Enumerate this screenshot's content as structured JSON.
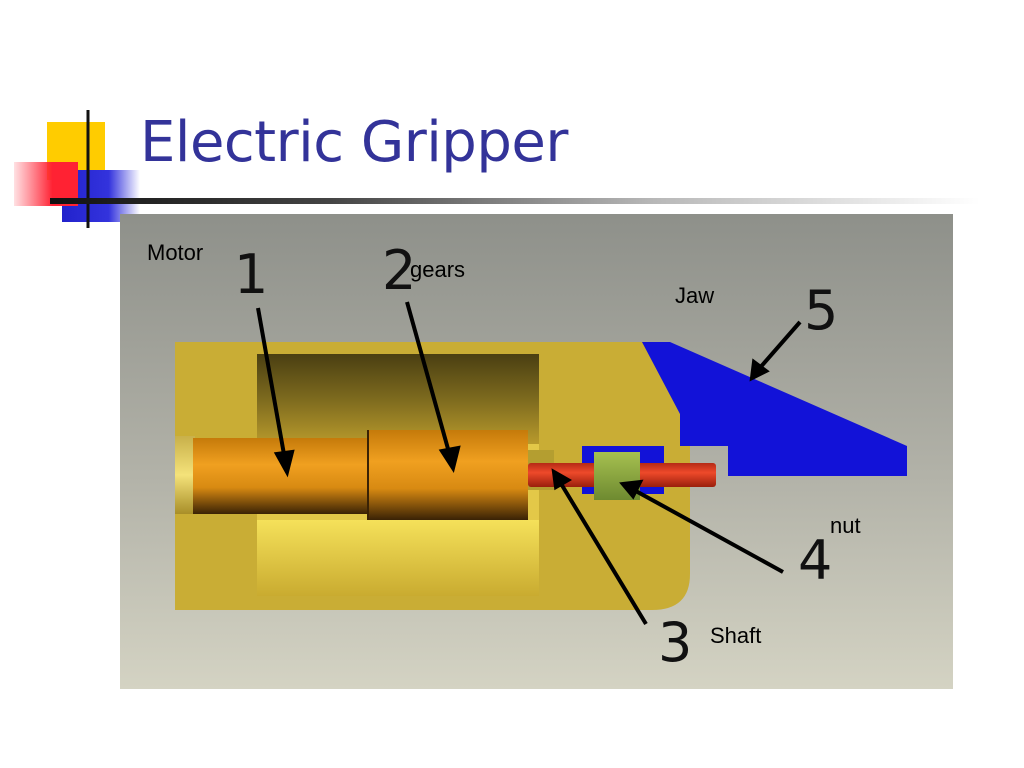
{
  "slide": {
    "title": "Electric Gripper"
  },
  "diagram": {
    "labels": {
      "motor": "Motor",
      "gears": "gears",
      "jaw": "Jaw",
      "nut": "nut",
      "shaft": "Shaft"
    },
    "callout_numbers": {
      "motor": "1",
      "gears": "2",
      "shaft": "3",
      "nut": "4",
      "jaw": "5"
    },
    "colors": {
      "housing": "#c9ad35",
      "motor_gear": "#e0900e",
      "shaft": "#dd3a22",
      "nut": "#88a63c",
      "jaw": "#1212d8",
      "background_top": "#8e908a",
      "background_bottom": "#d4d3c3"
    }
  }
}
